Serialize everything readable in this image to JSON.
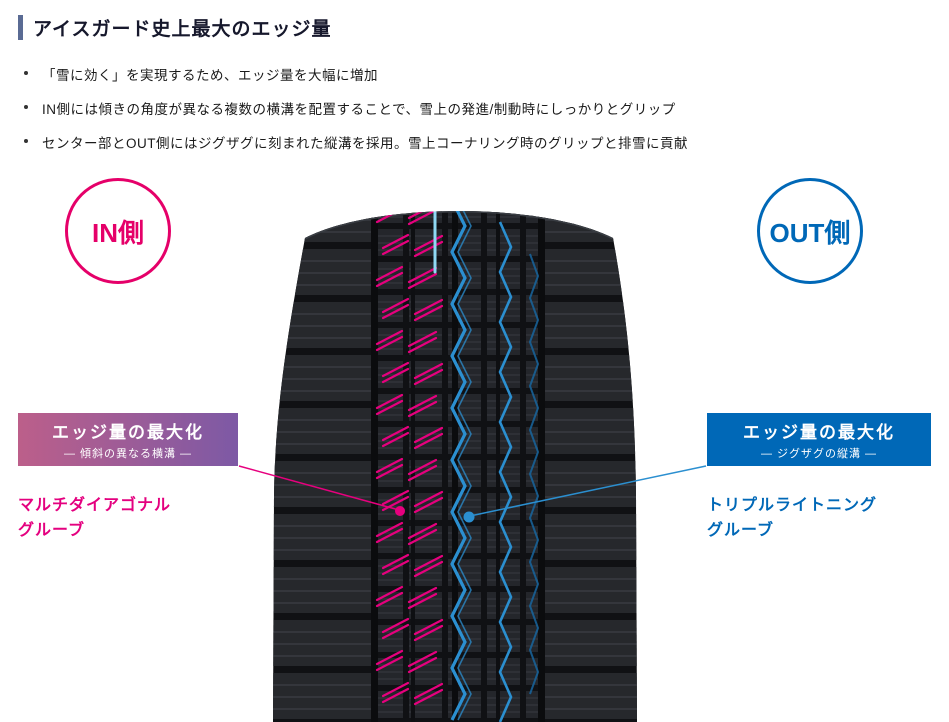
{
  "header": {
    "title": "アイスガード史上最大のエッジ量",
    "bullets": [
      "「雪に効く」を実現するため、エッジ量を大幅に増加",
      "IN側には傾きの角度が異なる複数の横溝を配置することで、雪上の発進/制動時にしっかりとグリップ",
      "センター部とOUT側にはジグザグに刻まれた縦溝を採用。雪上コーナリング時のグリップと排雪に貢献"
    ]
  },
  "badges": {
    "in": {
      "label": "IN側"
    },
    "out": {
      "label": "OUT側"
    }
  },
  "callouts": {
    "left": {
      "title": "エッジ量の最大化",
      "subtitle": "― 傾斜の異なる横溝 ―",
      "caption_line1": "マルチダイアゴナル",
      "caption_line2": "グルーブ"
    },
    "right": {
      "title": "エッジ量の最大化",
      "subtitle": "― ジグザグの縦溝 ―",
      "caption_line1": "トリプルライトニング",
      "caption_line2": "グルーブ"
    }
  },
  "colors": {
    "pink_groove": "#e6007e",
    "blue_zigzag": "#2b8fd0",
    "blue_zigzag_dark": "#1f7cc0",
    "cyan_groove": "#8fd9f4",
    "in_badge": "#e50069",
    "out_badge": "#0068b7",
    "callout_left_gradient_start": "#bc5f8a",
    "callout_left_gradient_end": "#7d59a5",
    "callout_right_bg": "#0068b7",
    "title_accent_bar": "#5a6b94",
    "caption_left_text": "#e4007f",
    "caption_right_text": "#0068b7"
  }
}
